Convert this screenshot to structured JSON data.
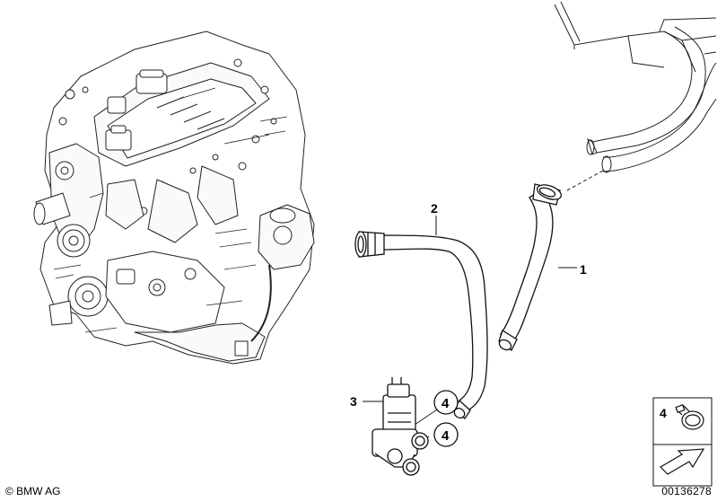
{
  "callouts": {
    "hose_1": "1",
    "hose_2": "2",
    "valve_3": "3",
    "clamp_4a": "4",
    "clamp_4b": "4",
    "legend_4": "4"
  },
  "footer": {
    "copyright": "© BMW AG",
    "diagram_number": "00136278"
  },
  "icons": [
    "engine-illustration",
    "heater-core-pipes",
    "hose-clamp-icon",
    "arrow-icon"
  ]
}
